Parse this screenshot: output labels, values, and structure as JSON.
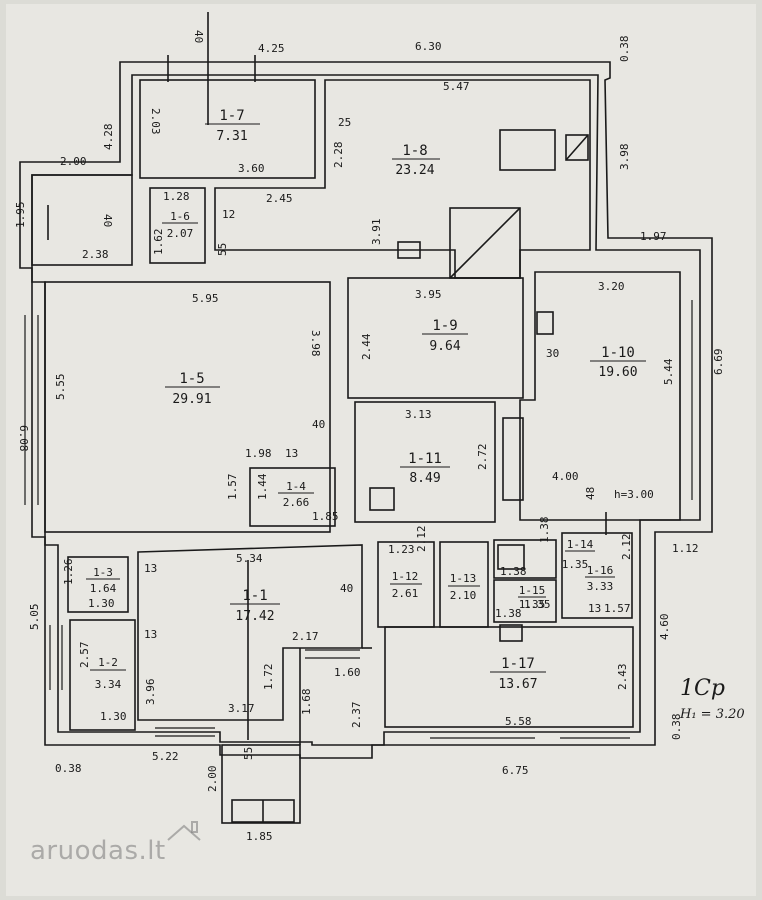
{
  "plan": {
    "rooms": [
      {
        "id": "1-7",
        "area": "7.31"
      },
      {
        "id": "1-8",
        "area": "23.24"
      },
      {
        "id": "1-6",
        "area": "2.07"
      },
      {
        "id": "1-5",
        "area": "29.91"
      },
      {
        "id": "1-9",
        "area": "9.64"
      },
      {
        "id": "1-10",
        "area": "19.60"
      },
      {
        "id": "1-11",
        "area": "8.49"
      },
      {
        "id": "1-4",
        "area": "2.66"
      },
      {
        "id": "1-3",
        "area": "1.64"
      },
      {
        "id": "1-2",
        "area": "3.34"
      },
      {
        "id": "1-1",
        "area": "17.42"
      },
      {
        "id": "1-12",
        "area": "2.61"
      },
      {
        "id": "1-13",
        "area": "2.10"
      },
      {
        "id": "1-14",
        "area": "1.35"
      },
      {
        "id": "1-15",
        "area": "1.35"
      },
      {
        "id": "1-16",
        "area": "3.33"
      },
      {
        "id": "1-17",
        "area": "13.67"
      }
    ],
    "dimensions": [
      "40",
      "4.25",
      "6.30",
      "0.38",
      "2.03",
      "25",
      "5.47",
      "4.28",
      "2.28",
      "3.60",
      "3.98",
      "2.00",
      "1.28",
      "2.45",
      "1.95",
      "40",
      "12",
      "3.91",
      "1.62",
      "55",
      "2.38",
      "1.97",
      "5.95",
      "3.95",
      "3.20",
      "3.98",
      "2.44",
      "30",
      "5.44",
      "6.69",
      "6.08",
      "5.55",
      "3.13",
      "40",
      "2.72",
      "1.98",
      "13",
      "1.57",
      "1.44",
      "1.85",
      "4.00",
      "48",
      "h=3.00",
      "1.23",
      "2.12",
      "1.38",
      "2.12",
      "5.34",
      "1.12",
      "1.26",
      "13",
      "1.30",
      "40",
      "1.38",
      "1.35",
      "13",
      "1.57",
      "5.05",
      "2.57",
      "13",
      "2.17",
      "2.43",
      "4.60",
      "3.96",
      "1.72",
      "1.60",
      "1.30",
      "3.17",
      "1.68",
      "2.37",
      "5.58",
      "0.38",
      "5.22",
      "55",
      "6.75",
      "0.38",
      "2.00",
      "1.85",
      "1.38"
    ],
    "floor_note": "1Cp",
    "height_note": "H₁ = 3.20"
  },
  "watermark": {
    "brand": "aruodas",
    "tld": "lt"
  }
}
